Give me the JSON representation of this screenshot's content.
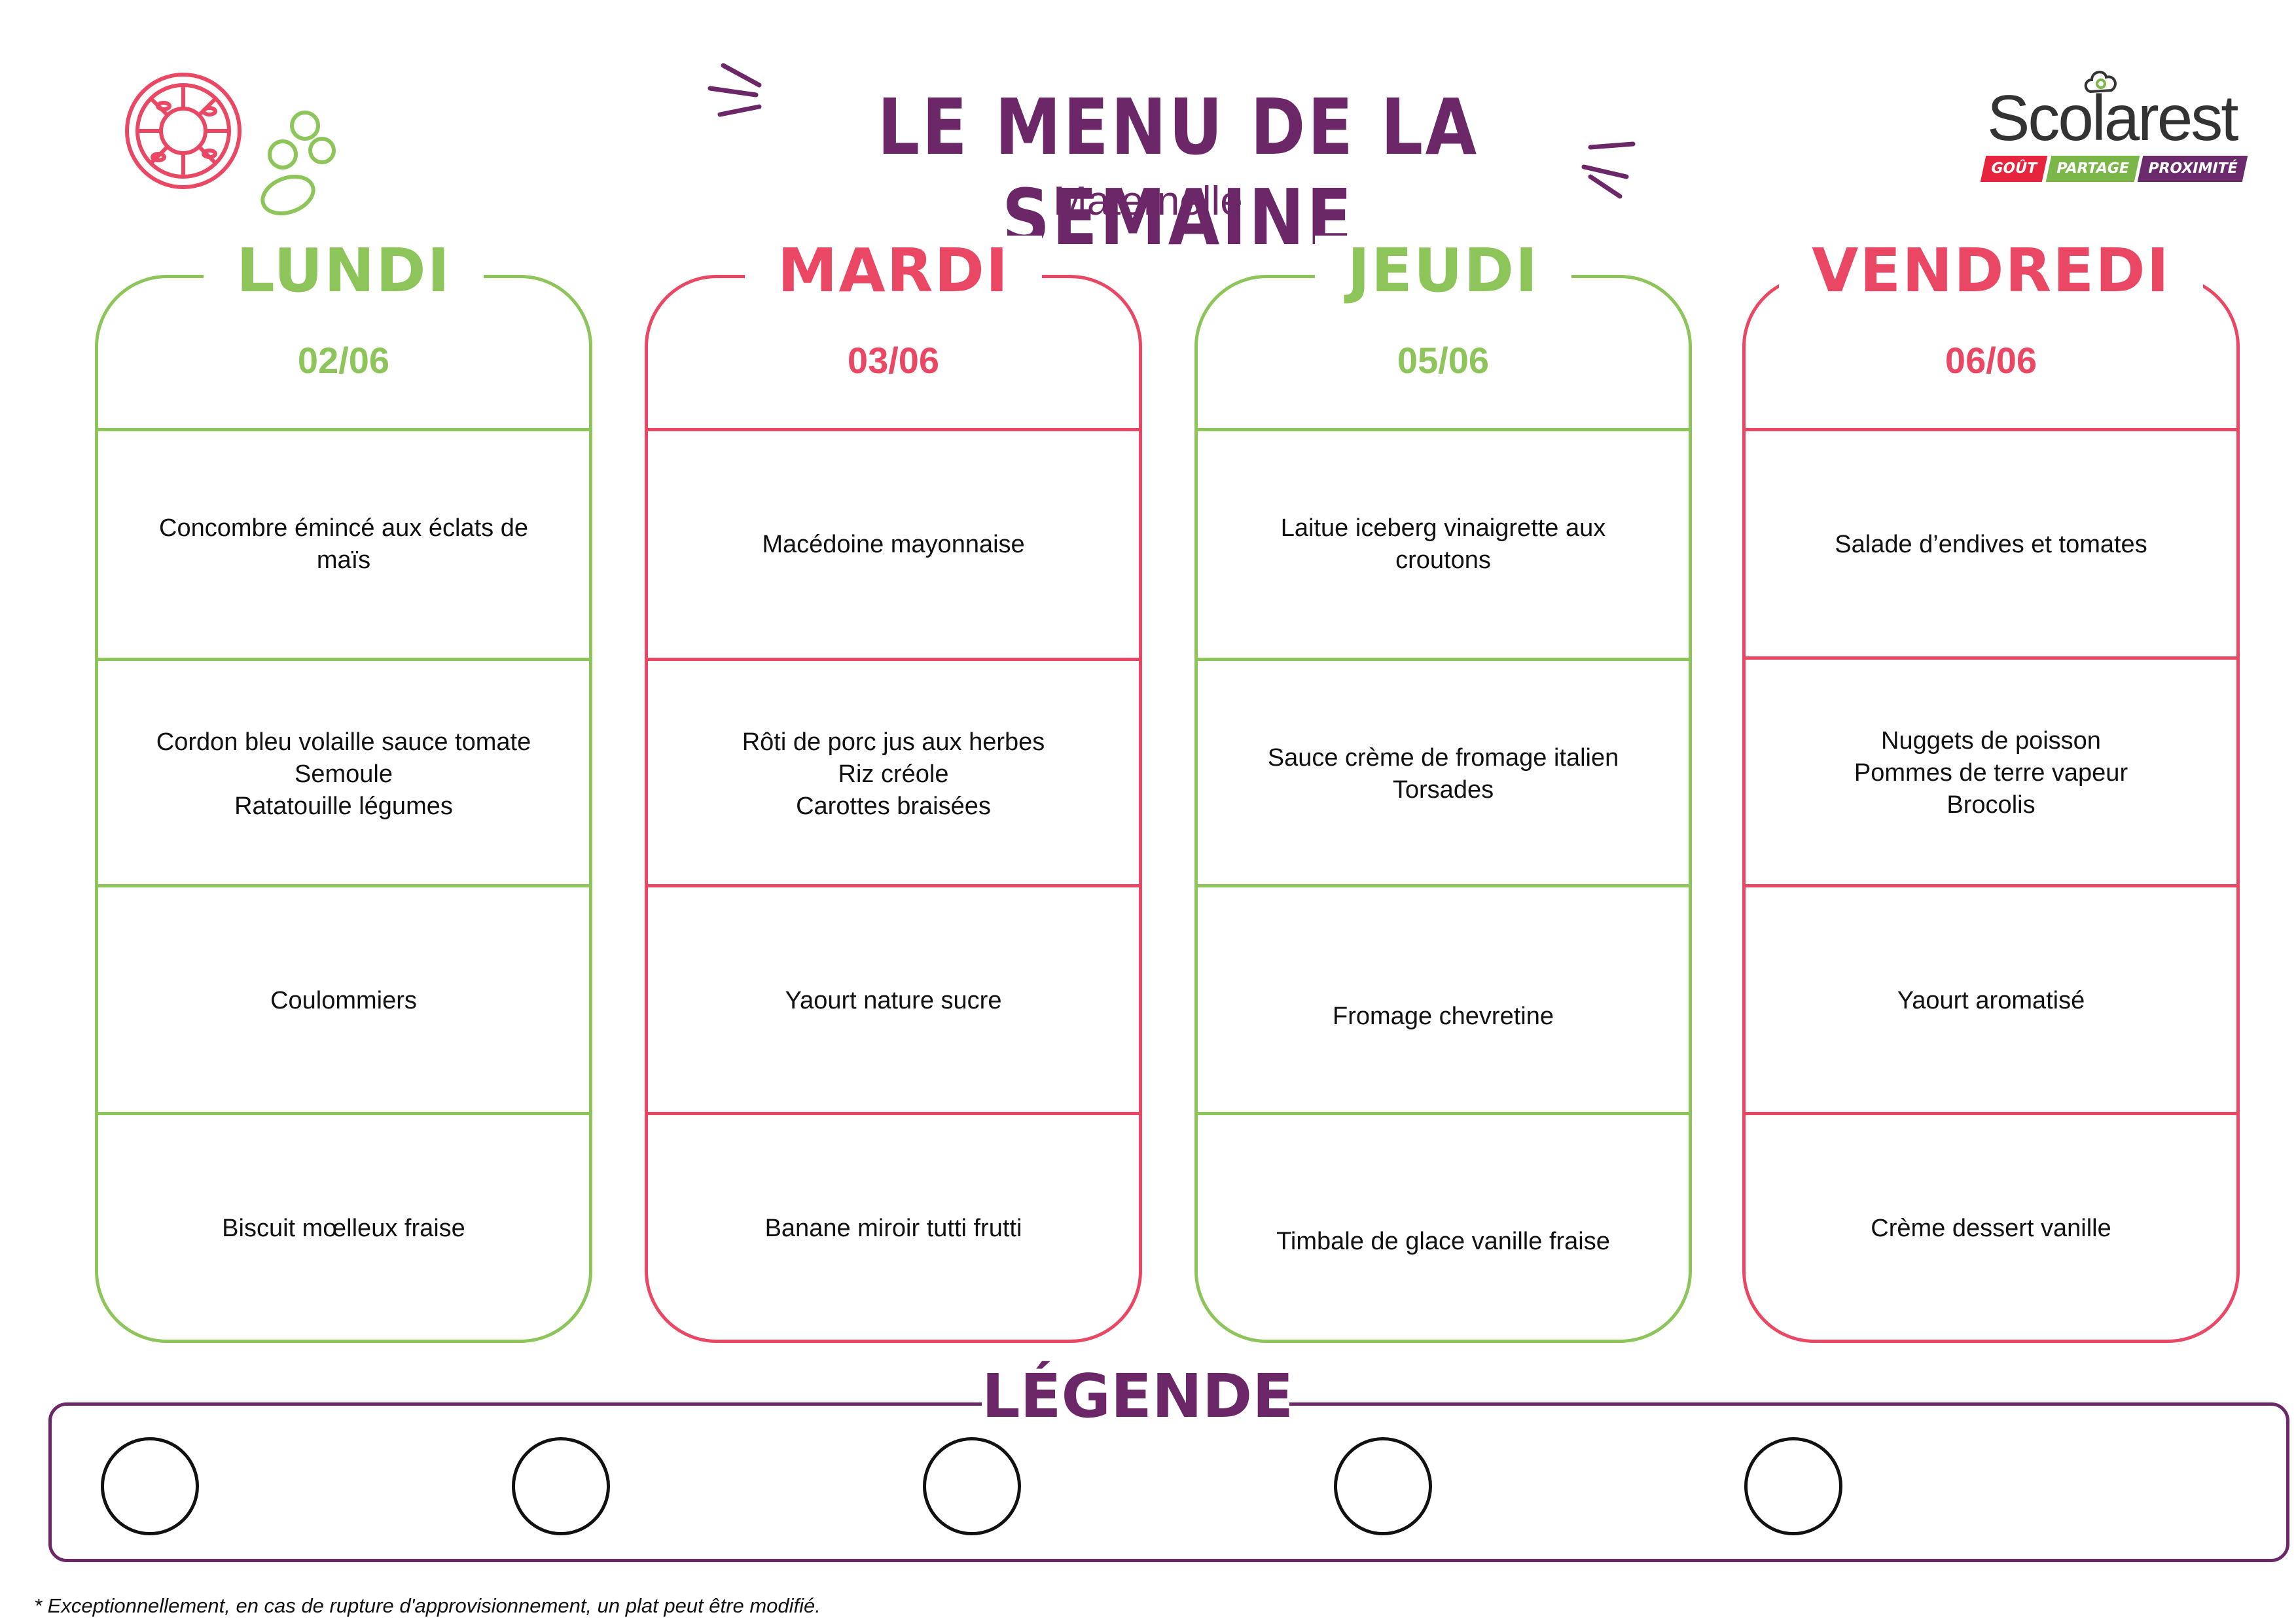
{
  "header": {
    "title": "LE MENU DE LA SEMAINE",
    "subtitle": "Maternelle"
  },
  "logo": {
    "name": "Scolarest",
    "tagline": [
      "GOÛT",
      "PARTAGE",
      "PROXIMITÉ"
    ],
    "tagline_colors": [
      "#e6243d",
      "#7ab648",
      "#6b2a6b"
    ]
  },
  "colors": {
    "green": "#8dc55a",
    "pink": "#e94763",
    "purple": "#6b2768",
    "text": "#111111"
  },
  "days": [
    {
      "name": "LUNDI",
      "date": "02/06",
      "accent": "#8dc55a",
      "starter": "Concombre émincé aux éclats de\nmaïs",
      "main": "Cordon bleu volaille sauce tomate\nSemoule\nRatatouille légumes",
      "dairy": "Coulommiers",
      "dessert": "Biscuit mœlleux fraise"
    },
    {
      "name": "MARDI",
      "date": "03/06",
      "accent": "#e94763",
      "starter": "Macédoine mayonnaise",
      "main": "Rôti de porc jus aux herbes\nRiz créole\nCarottes braisées",
      "dairy": "Yaourt nature sucre",
      "dessert": "Banane miroir tutti frutti"
    },
    {
      "name": "JEUDI",
      "date": "05/06",
      "accent": "#8dc55a",
      "starter": "Laitue iceberg vinaigrette aux\ncroutons",
      "main": "Sauce crème de fromage italien\nTorsades",
      "dairy": "Fromage chevretine",
      "dessert": "Timbale de glace vanille fraise"
    },
    {
      "name": "VENDREDI",
      "date": "06/06",
      "accent": "#e94763",
      "starter": "Salade d’endives et tomates",
      "main": "Nuggets de poisson\nPommes de terre vapeur\nBrocolis",
      "dairy": "Yaourt aromatisé",
      "dessert": "Crème dessert vanille"
    }
  ],
  "legend": {
    "title": "LÉGENDE",
    "slots": 5
  },
  "footnote": "* Exceptionnellement, en cas de rupture d'approvisionnement, un plat peut être modifié."
}
